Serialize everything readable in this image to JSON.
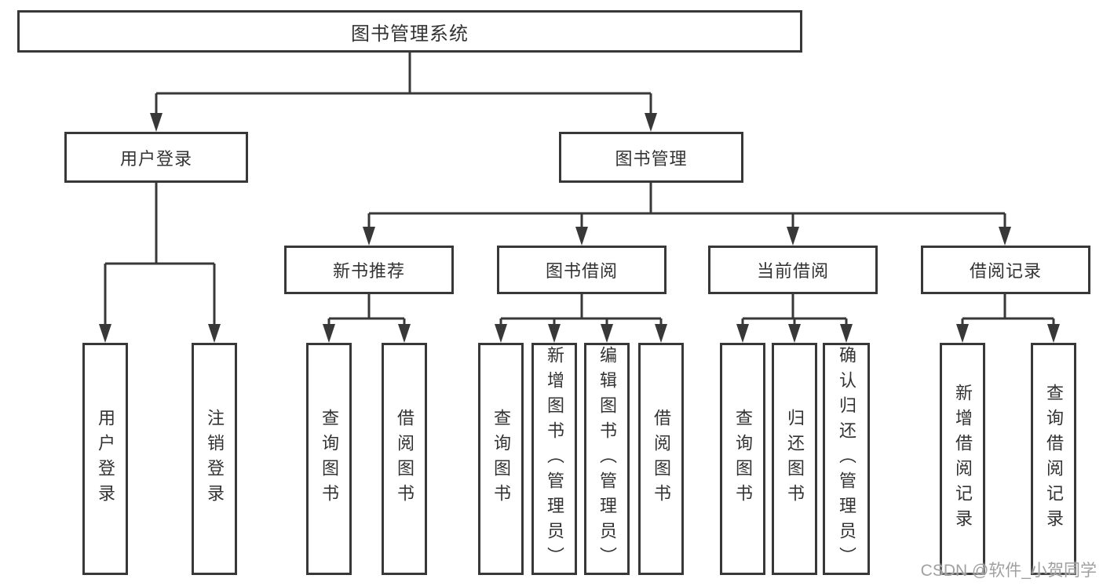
{
  "root": {
    "label": "图书管理系统"
  },
  "level2": {
    "user_login": {
      "label": "用户登录"
    },
    "book_management": {
      "label": "图书管理"
    }
  },
  "level3": {
    "new_book_recommend": {
      "label": "新书推荐"
    },
    "book_borrow": {
      "label": "图书借阅"
    },
    "current_borrow": {
      "label": "当前借阅"
    },
    "borrow_records": {
      "label": "借阅记录"
    }
  },
  "leaves": {
    "user_login": [
      "用户登录",
      "注销登录"
    ],
    "new_book_recommend": [
      "查询图书",
      "借阅图书"
    ],
    "book_borrow": [
      "查询图书",
      "新增图书（管理员）",
      "编辑图书（管理员）",
      "借阅图书"
    ],
    "current_borrow": [
      "查询图书",
      "归还图书",
      "确认归还（管理员）"
    ],
    "borrow_records": [
      "新增借阅记录",
      "查询借阅记录"
    ]
  },
  "watermark": "CSDN @软件_小贺同学",
  "colors": {
    "line": "#383838",
    "text": "#333333",
    "watermark": "#a0a0a0"
  }
}
